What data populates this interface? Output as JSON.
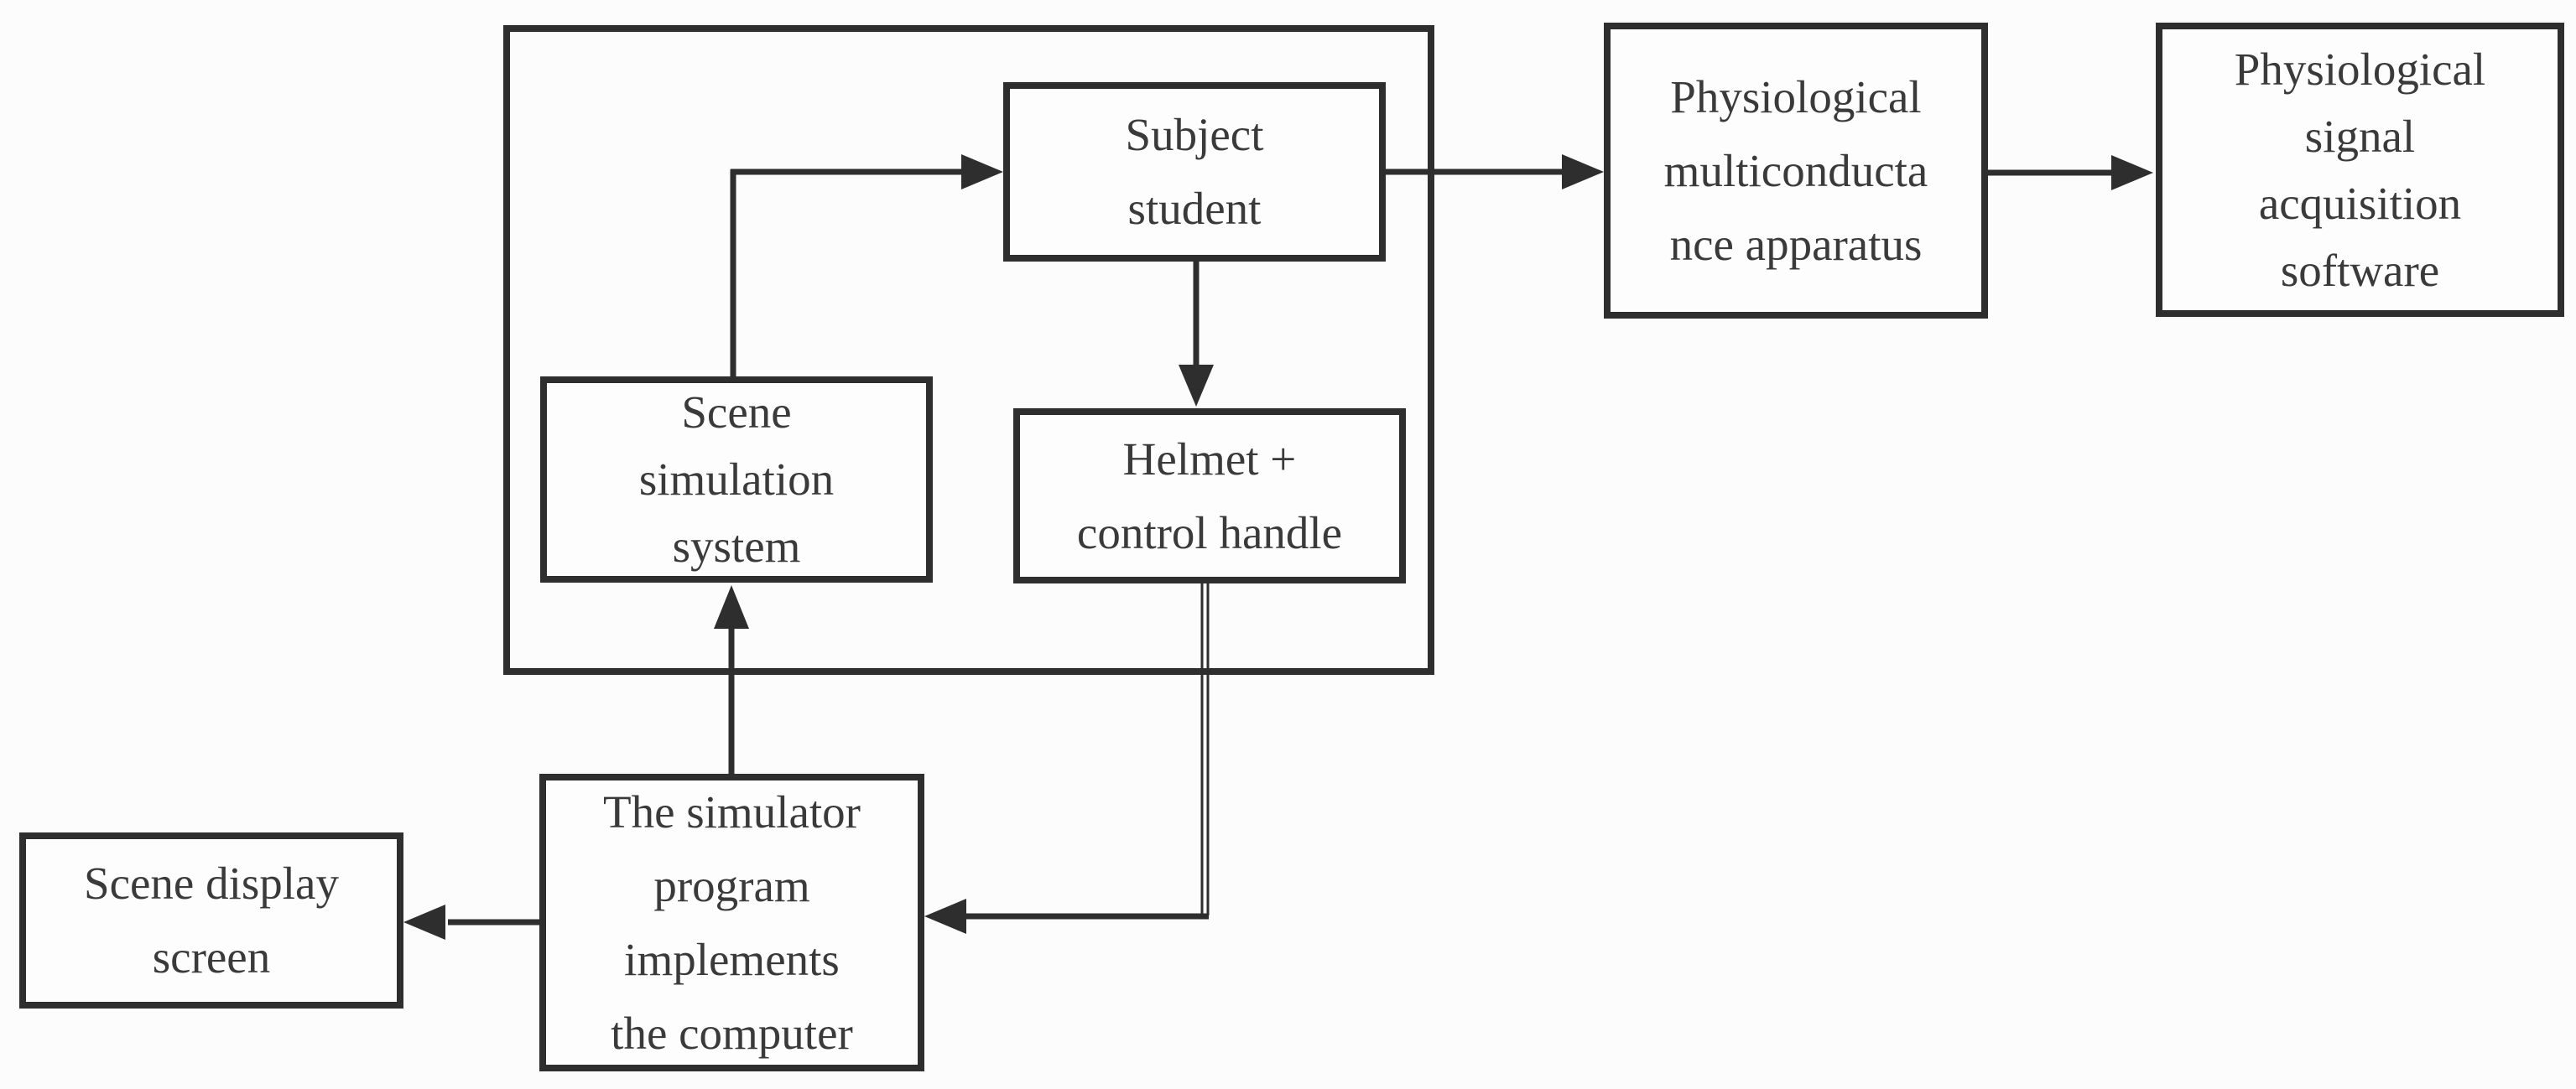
{
  "diagram": {
    "title": "Flight simulator physiological experiment setup flowchart",
    "background": "#fcfcfc",
    "colors": {
      "line": "#2e2e2e",
      "text": "#3a3a3a",
      "box_background": "#fdfdfd"
    },
    "nodes": {
      "subject": {
        "name": "Subject student",
        "lines": [
          "Subject",
          "student"
        ]
      },
      "scene_sim": {
        "name": "Scene simulation system",
        "lines": [
          "Scene",
          "simulation",
          "system"
        ]
      },
      "helmet": {
        "name": "Helmet + control handle",
        "lines": [
          "Helmet +",
          "control handle"
        ]
      },
      "physio_multi": {
        "name": "Physiological multiconductance apparatus",
        "lines": [
          "Physiological",
          "multiconducta",
          "nce apparatus"
        ]
      },
      "physio_signal": {
        "name": "Physiological signal acquisition software",
        "lines": [
          "Physiological",
          "signal",
          "acquisition",
          "software"
        ]
      },
      "simulator": {
        "name": "The simulator program implements the computer",
        "lines": [
          "The simulator",
          "program",
          "implements",
          "the computer"
        ]
      },
      "display": {
        "name": "Scene display screen",
        "lines": [
          "Scene display",
          "screen"
        ]
      }
    },
    "edges": [
      {
        "from": "scene-simulation-system",
        "to": "subject-student"
      },
      {
        "from": "subject-student",
        "to": "helmet-control-handle"
      },
      {
        "from": "subject-student",
        "to": "physiological-multiconductance-apparatus"
      },
      {
        "from": "physiological-multiconductance-apparatus",
        "to": "physiological-signal-acquisition-software"
      },
      {
        "from": "helmet-control-handle",
        "to": "simulator-program-computer"
      },
      {
        "from": "simulator-program-computer",
        "to": "scene-simulation-system"
      },
      {
        "from": "simulator-program-computer",
        "to": "scene-display-screen"
      }
    ]
  }
}
